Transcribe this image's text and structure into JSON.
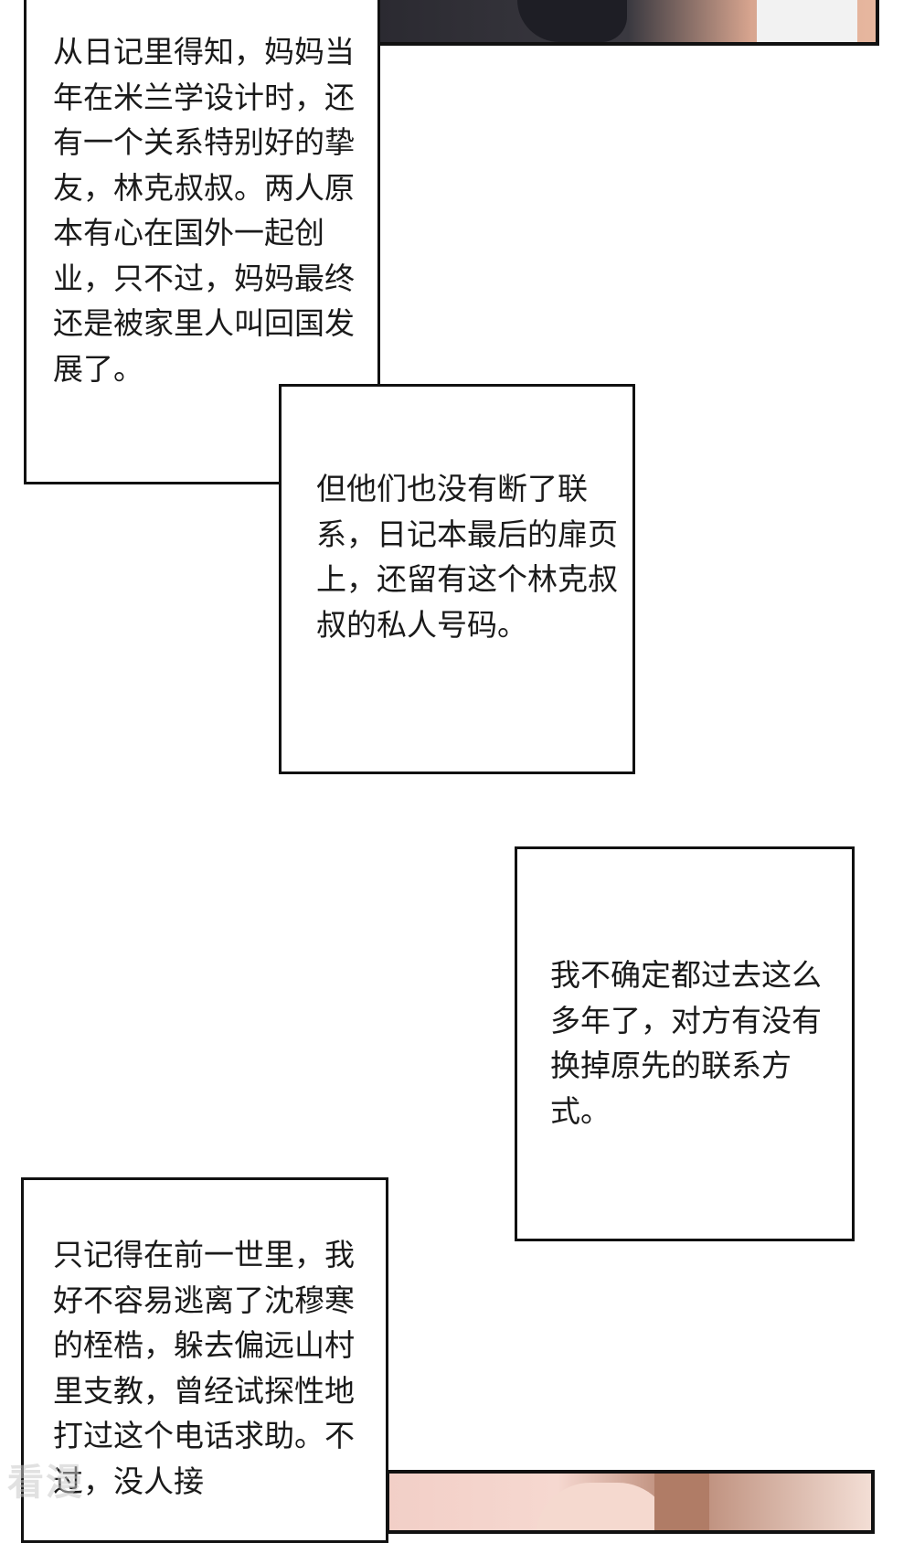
{
  "captions": {
    "caption1": "从日记里得知，妈妈当年在米兰学设计时，还有一个关系特别好的挚友，林克叔叔。两人原本有心在国外一起创业，只不过，妈妈最终还是被家里人叫回国发展了。",
    "caption2": "但他们也没有断了联系，日记本最后的扉页上，还留有这个林克叔叔的私人号码。",
    "caption3": "我不确定都过去这么多年了，对方有没有换掉原先的联系方式。",
    "caption4": "只记得在前一世里，我好不容易逃离了沈穆寒的桎梏，躲去偏远山村里支教，曾经试探性地打过这个电话求助。不过，没人接"
  },
  "watermark": "看漫"
}
